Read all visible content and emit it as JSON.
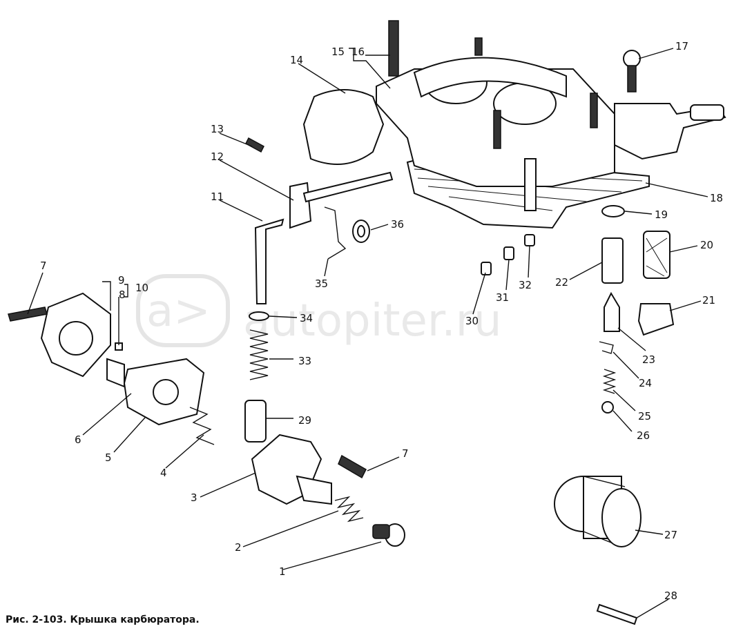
{
  "caption": "Рис. 2-103. Крышка карбюратора.",
  "watermark": "autopiter.ru",
  "callouts": [
    {
      "id": "c1",
      "text": "1"
    },
    {
      "id": "c2",
      "text": "2"
    },
    {
      "id": "c3",
      "text": "3"
    },
    {
      "id": "c4",
      "text": "4"
    },
    {
      "id": "c5",
      "text": "5"
    },
    {
      "id": "c6",
      "text": "6"
    },
    {
      "id": "c7a",
      "text": "7"
    },
    {
      "id": "c7b",
      "text": "7"
    },
    {
      "id": "c8",
      "text": "8"
    },
    {
      "id": "c9",
      "text": "9"
    },
    {
      "id": "c10",
      "text": "10"
    },
    {
      "id": "c11",
      "text": "11"
    },
    {
      "id": "c12",
      "text": "12"
    },
    {
      "id": "c13",
      "text": "13"
    },
    {
      "id": "c14",
      "text": "14"
    },
    {
      "id": "c15",
      "text": "15"
    },
    {
      "id": "c16",
      "text": "16"
    },
    {
      "id": "c17",
      "text": "17"
    },
    {
      "id": "c18",
      "text": "18"
    },
    {
      "id": "c19",
      "text": "19"
    },
    {
      "id": "c20",
      "text": "20"
    },
    {
      "id": "c21",
      "text": "21"
    },
    {
      "id": "c22",
      "text": "22"
    },
    {
      "id": "c23",
      "text": "23"
    },
    {
      "id": "c24",
      "text": "24"
    },
    {
      "id": "c25",
      "text": "25"
    },
    {
      "id": "c26",
      "text": "26"
    },
    {
      "id": "c27",
      "text": "27"
    },
    {
      "id": "c28",
      "text": "28"
    },
    {
      "id": "c29",
      "text": "29"
    },
    {
      "id": "c30",
      "text": "30"
    },
    {
      "id": "c31",
      "text": "31"
    },
    {
      "id": "c32",
      "text": "32"
    },
    {
      "id": "c33",
      "text": "33"
    },
    {
      "id": "c34",
      "text": "34"
    },
    {
      "id": "c35",
      "text": "35"
    },
    {
      "id": "c36",
      "text": "36"
    }
  ]
}
